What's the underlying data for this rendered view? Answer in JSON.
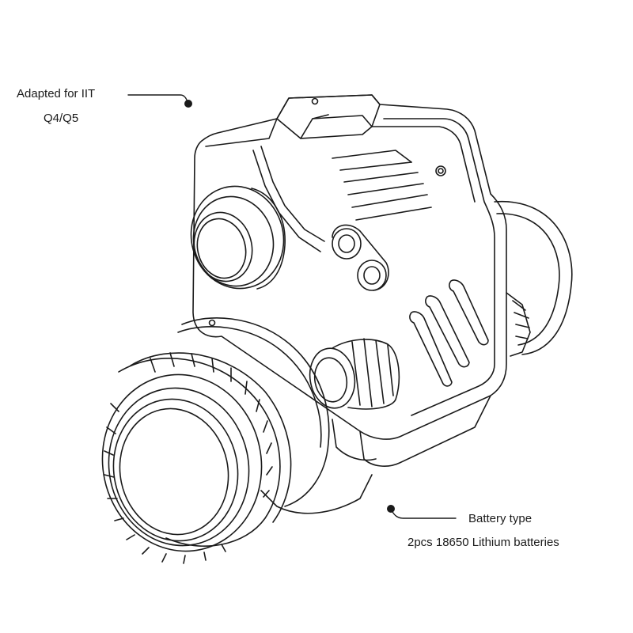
{
  "callouts": {
    "tube": {
      "line1": "Adapted for IIT",
      "line2": "Q4/Q5"
    },
    "battery": {
      "line1": "Battery type",
      "line2": "2pcs 18650 Lithium batteries"
    }
  },
  "colors": {
    "stroke": "#1a1a1a",
    "background": "#ffffff"
  }
}
